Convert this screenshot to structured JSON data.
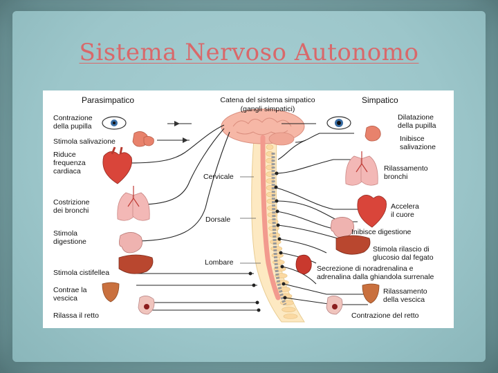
{
  "title": "Sistema Nervoso Autonomo",
  "diagram": {
    "headers": {
      "parasympathetic": "Parasimpatico",
      "chain": "Catena del sistema simpatico",
      "chain_sub": "(gangli simpatici)",
      "sympathetic": "Simpatico"
    },
    "regions": {
      "cervical": "Cervicale",
      "thoracic": "Dorsale",
      "lumbar": "Lombare"
    },
    "parasympathetic_effects": [
      "Contrazione\ndella pupilla",
      "Stimola salivazione",
      "Riduce\nfrequenza\ncardiaca",
      "Costrizione\ndei bronchi",
      "Stimola\ndigestione",
      "Stimola cistifellea",
      "Contrae la\nvescica",
      "Rilassa il retto"
    ],
    "sympathetic_effects": [
      "Dilatazione\ndella pupilla",
      "Inibisce\nsalivazione",
      "Rilassamento\nbronchi",
      "Accelera\nil cuore",
      "Inibisce digestione",
      "Stimola rilascio di\nglucosio dal fegato",
      "Secrezione di noradrenalina e\nadrenalina dalla ghiandola surrenale",
      "Rilassamento\ndella vescica",
      "Contrazione del retto"
    ],
    "colors": {
      "title": "#d9686a",
      "brain": "#f6b7a6",
      "spinal_cord": "#f29a8e",
      "chain": "#9a9a9a",
      "nerve": "#222222"
    },
    "icons": [
      "eye-icon",
      "salivary-gland-icon",
      "heart-icon",
      "lungs-icon",
      "stomach-icon",
      "liver-icon",
      "bladder-icon",
      "rectum-icon",
      "kidney-icon",
      "brain-icon",
      "spine-icon"
    ]
  }
}
